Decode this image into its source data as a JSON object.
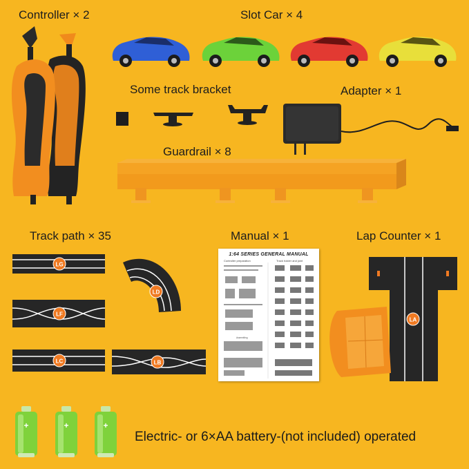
{
  "labels": {
    "controller": "Controller × 2",
    "slot_car": "Slot Car × 4",
    "bracket": "Some track bracket",
    "adapter": "Adapter × 1",
    "guardrail": "Guardrail × 8",
    "track_path": "Track path × 35",
    "manual": "Manual × 1",
    "lap_counter": "Lap Counter × 1"
  },
  "manual": {
    "title": "1:64 SERIES GENERAL MANUAL",
    "section_left": "Controller preparation",
    "section_right": "Track holder and joint",
    "assembling": "Assembling"
  },
  "track_badges": [
    "LG",
    "LF",
    "LC",
    "LB",
    "LD"
  ],
  "lap_counter_badge": "LA",
  "battery_note": "Electric- or 6×AA battery-(not included) operated",
  "car_colors": [
    "#2f5fd6",
    "#6cd23a",
    "#e23a32",
    "#e8df3a"
  ],
  "colors": {
    "background": "#f7b620",
    "track": "#262626",
    "badge": "#f07a22",
    "guardrail": "#f39a1d",
    "battery": "#7fd23b"
  },
  "icons": {
    "controller": "controller-icon",
    "car": "slot-car-icon",
    "bracket": "track-bracket-icon",
    "adapter": "power-adapter-icon",
    "guardrail": "guardrail-icon",
    "track": "track-piece-icon",
    "lap_counter": "lap-counter-icon",
    "battery": "battery-icon"
  }
}
